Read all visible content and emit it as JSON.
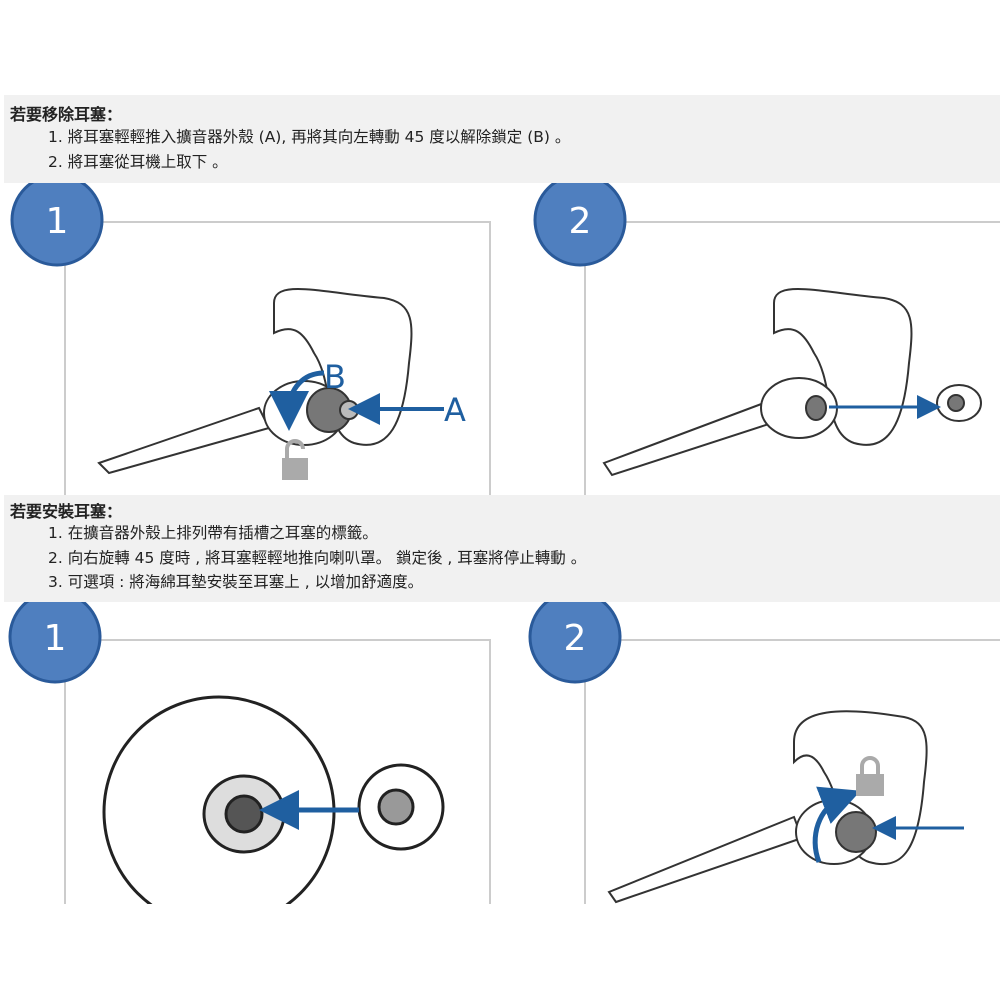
{
  "remove": {
    "heading": "若要移除耳塞：",
    "steps": [
      "1. 將耳塞輕輕推入擴音器外殼 (A), 再將其向左轉動 45 度以解除鎖定 (B) 。",
      "2. 將耳塞從耳機上取下 。"
    ],
    "figures": [
      {
        "badge": "1",
        "callouts": [
          "B",
          "A"
        ],
        "icon": "unlock-icon"
      },
      {
        "badge": "2"
      }
    ]
  },
  "install": {
    "heading": "若要安裝耳塞：",
    "steps": [
      "1. 在擴音器外殼上排列帶有插槽之耳塞的標籤。",
      "2. 向右旋轉 45 度時 , 將耳塞輕輕地推向喇叭罩。 鎖定後 , 耳塞將停止轉動 。",
      "3. 可選項 : 將海綿耳墊安裝至耳塞上 , 以增加舒適度。"
    ],
    "figures": [
      {
        "badge": "1"
      },
      {
        "badge": "2",
        "icon": "lock-icon"
      }
    ]
  },
  "colors": {
    "badge": "#4f7fbf",
    "arrow": "#1f5fa0",
    "panel": "#f1f1f1"
  }
}
